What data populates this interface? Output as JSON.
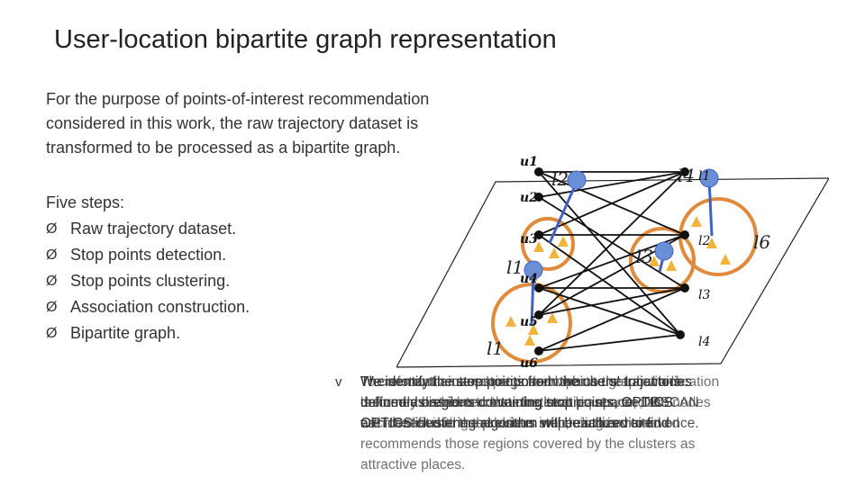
{
  "slide": {
    "title": "User-location bipartite graph representation",
    "intro_lines": [
      "For the purpose of points-of-interest recommendation",
      "considered in this work, the raw trajectory dataset is",
      "transformed to be processed as a bipartite graph."
    ],
    "steps_heading": "Five steps:",
    "steps": [
      "Raw trajectory dataset.",
      "Stop points detection.",
      "Stop points clustering.",
      "Association construction.",
      "Bipartite graph."
    ],
    "step_marker": "Ø",
    "note_bullet": "v"
  },
  "diagram": {
    "user_labels": [
      "u1",
      "u2",
      "u3",
      "u4",
      "u5",
      "u6"
    ],
    "location_labels": [
      "l1",
      "l2",
      "l3",
      "l4"
    ],
    "plane_location_labels": [
      "l2",
      "l4",
      "l1",
      "l3",
      "l1",
      "l6"
    ],
    "colors": {
      "node": "#111111",
      "edge": "#111111",
      "cluster_ring": "#e08a3c",
      "stop_point": "#f0b43c",
      "user_pin": "#6b8fd6",
      "pin_arrow": "#3f62c4"
    }
  },
  "note": {
    "layer_a": [
      "We identify the stop points from the users' trajectories",
      "defined as regions containing stop points, OPTICS",
      "OPTICS clustering algorithm will be utilized to find"
    ],
    "layer_b": [
      "The semantic interest regions in which the locations",
      "uniformly distributed over the location space, DBSCAN",
      "are identified in the previous step, each is visited once."
    ],
    "layer_c": [
      "To construct an association between a user and a location",
      "the user has been to the cluster at least once, as",
      "each user visiting the cluster which is then removed"
    ],
    "layer_d": [
      "Therefore, the users' proposed bipartite graph which",
      "is formed based on clustering techniques, and the nodes",
      "with the list of these clusters in the diagram are",
      "recommends those regions covered by the clusters as",
      "attractive places."
    ]
  }
}
